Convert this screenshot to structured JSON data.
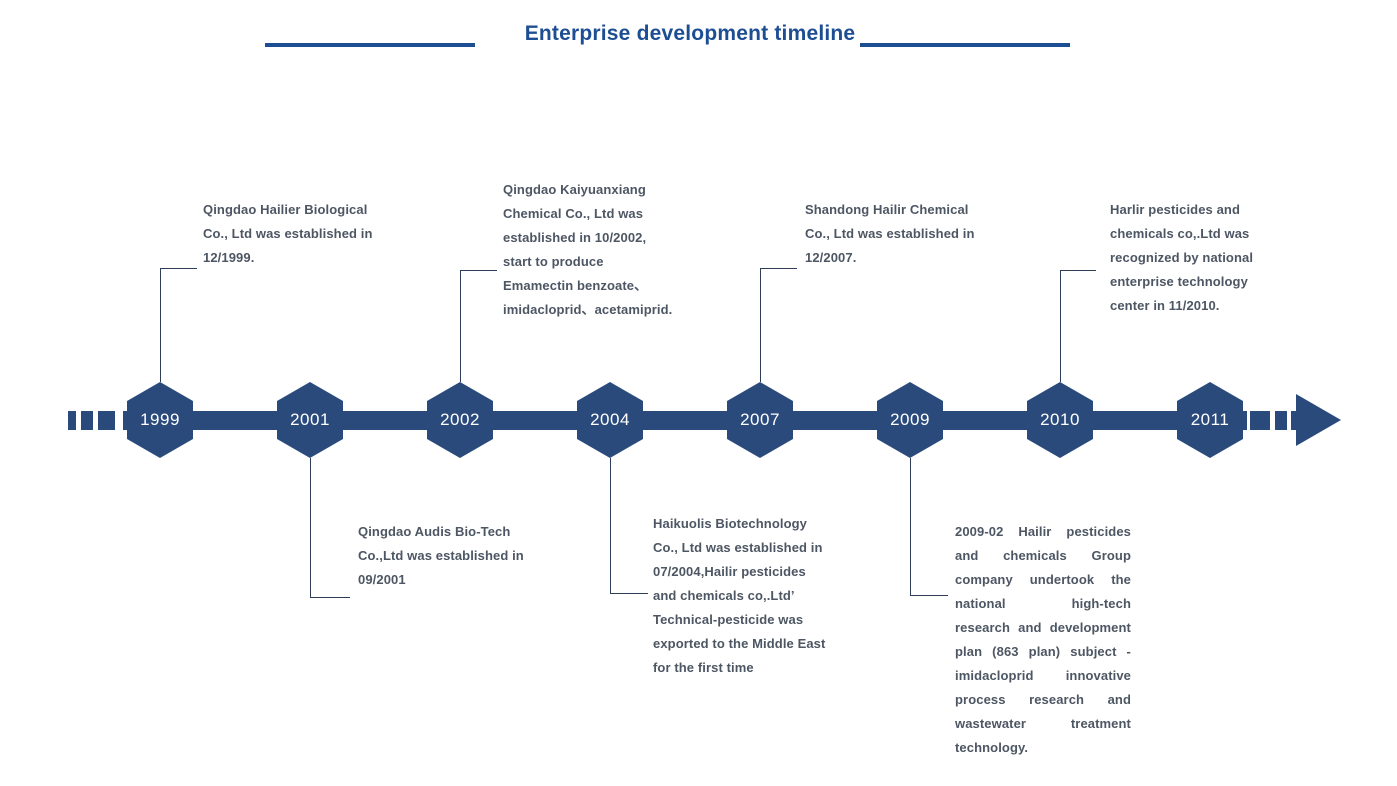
{
  "header": {
    "title": "Enterprise development timeline"
  },
  "timeline": {
    "years": [
      "1999",
      "2001",
      "2002",
      "2004",
      "2007",
      "2009",
      "2010",
      "2011"
    ],
    "events": [
      {
        "year": "1999",
        "position": "above",
        "lines": [
          "Qingdao Hailier Biological",
          "Co., Ltd was established in",
          "12/1999."
        ]
      },
      {
        "year": "2001",
        "position": "below",
        "lines": [
          "Qingdao Audis Bio-Tech",
          "Co.,Ltd was established in",
          "09/2001"
        ]
      },
      {
        "year": "2002",
        "position": "above",
        "lines": [
          "Qingdao Kaiyuanxiang",
          "Chemical Co., Ltd was",
          "established in 10/2002,",
          "start to produce",
          "Emamectin benzoate、",
          "imidacloprid、acetamiprid."
        ]
      },
      {
        "year": "2004",
        "position": "below",
        "lines": [
          "Haikuolis Biotechnology",
          "Co., Ltd was established in",
          "07/2004,Hailir pesticides",
          "and chemicals co,.Ltd’",
          "Technical-pesticide was",
          "exported to the Middle East",
          "for the first time"
        ]
      },
      {
        "year": "2007",
        "position": "above",
        "lines": [
          "Shandong Hailir Chemical",
          "Co., Ltd was established in",
          "12/2007."
        ]
      },
      {
        "year": "2009",
        "position": "below",
        "lines": [
          "2009-02 Hailir pesticides",
          "and chemicals Group",
          "company undertook the",
          "national high-tech",
          "research and development",
          "plan (863 plan) subject -",
          "imidacloprid innovative",
          "process research and",
          "wastewater treatment",
          "technology."
        ]
      },
      {
        "year": "2010",
        "position": "above",
        "lines": [
          "Harlir pesticides and",
          "chemicals co,.Ltd was",
          "recognized by national",
          "enterprise technology",
          "center in 11/2010."
        ]
      }
    ]
  },
  "colors": {
    "primary": "#2a4a7c",
    "title": "#1d4e93",
    "body_text": "#4d5663",
    "connector": "#2e3d58",
    "year_text": "#ffffff"
  }
}
